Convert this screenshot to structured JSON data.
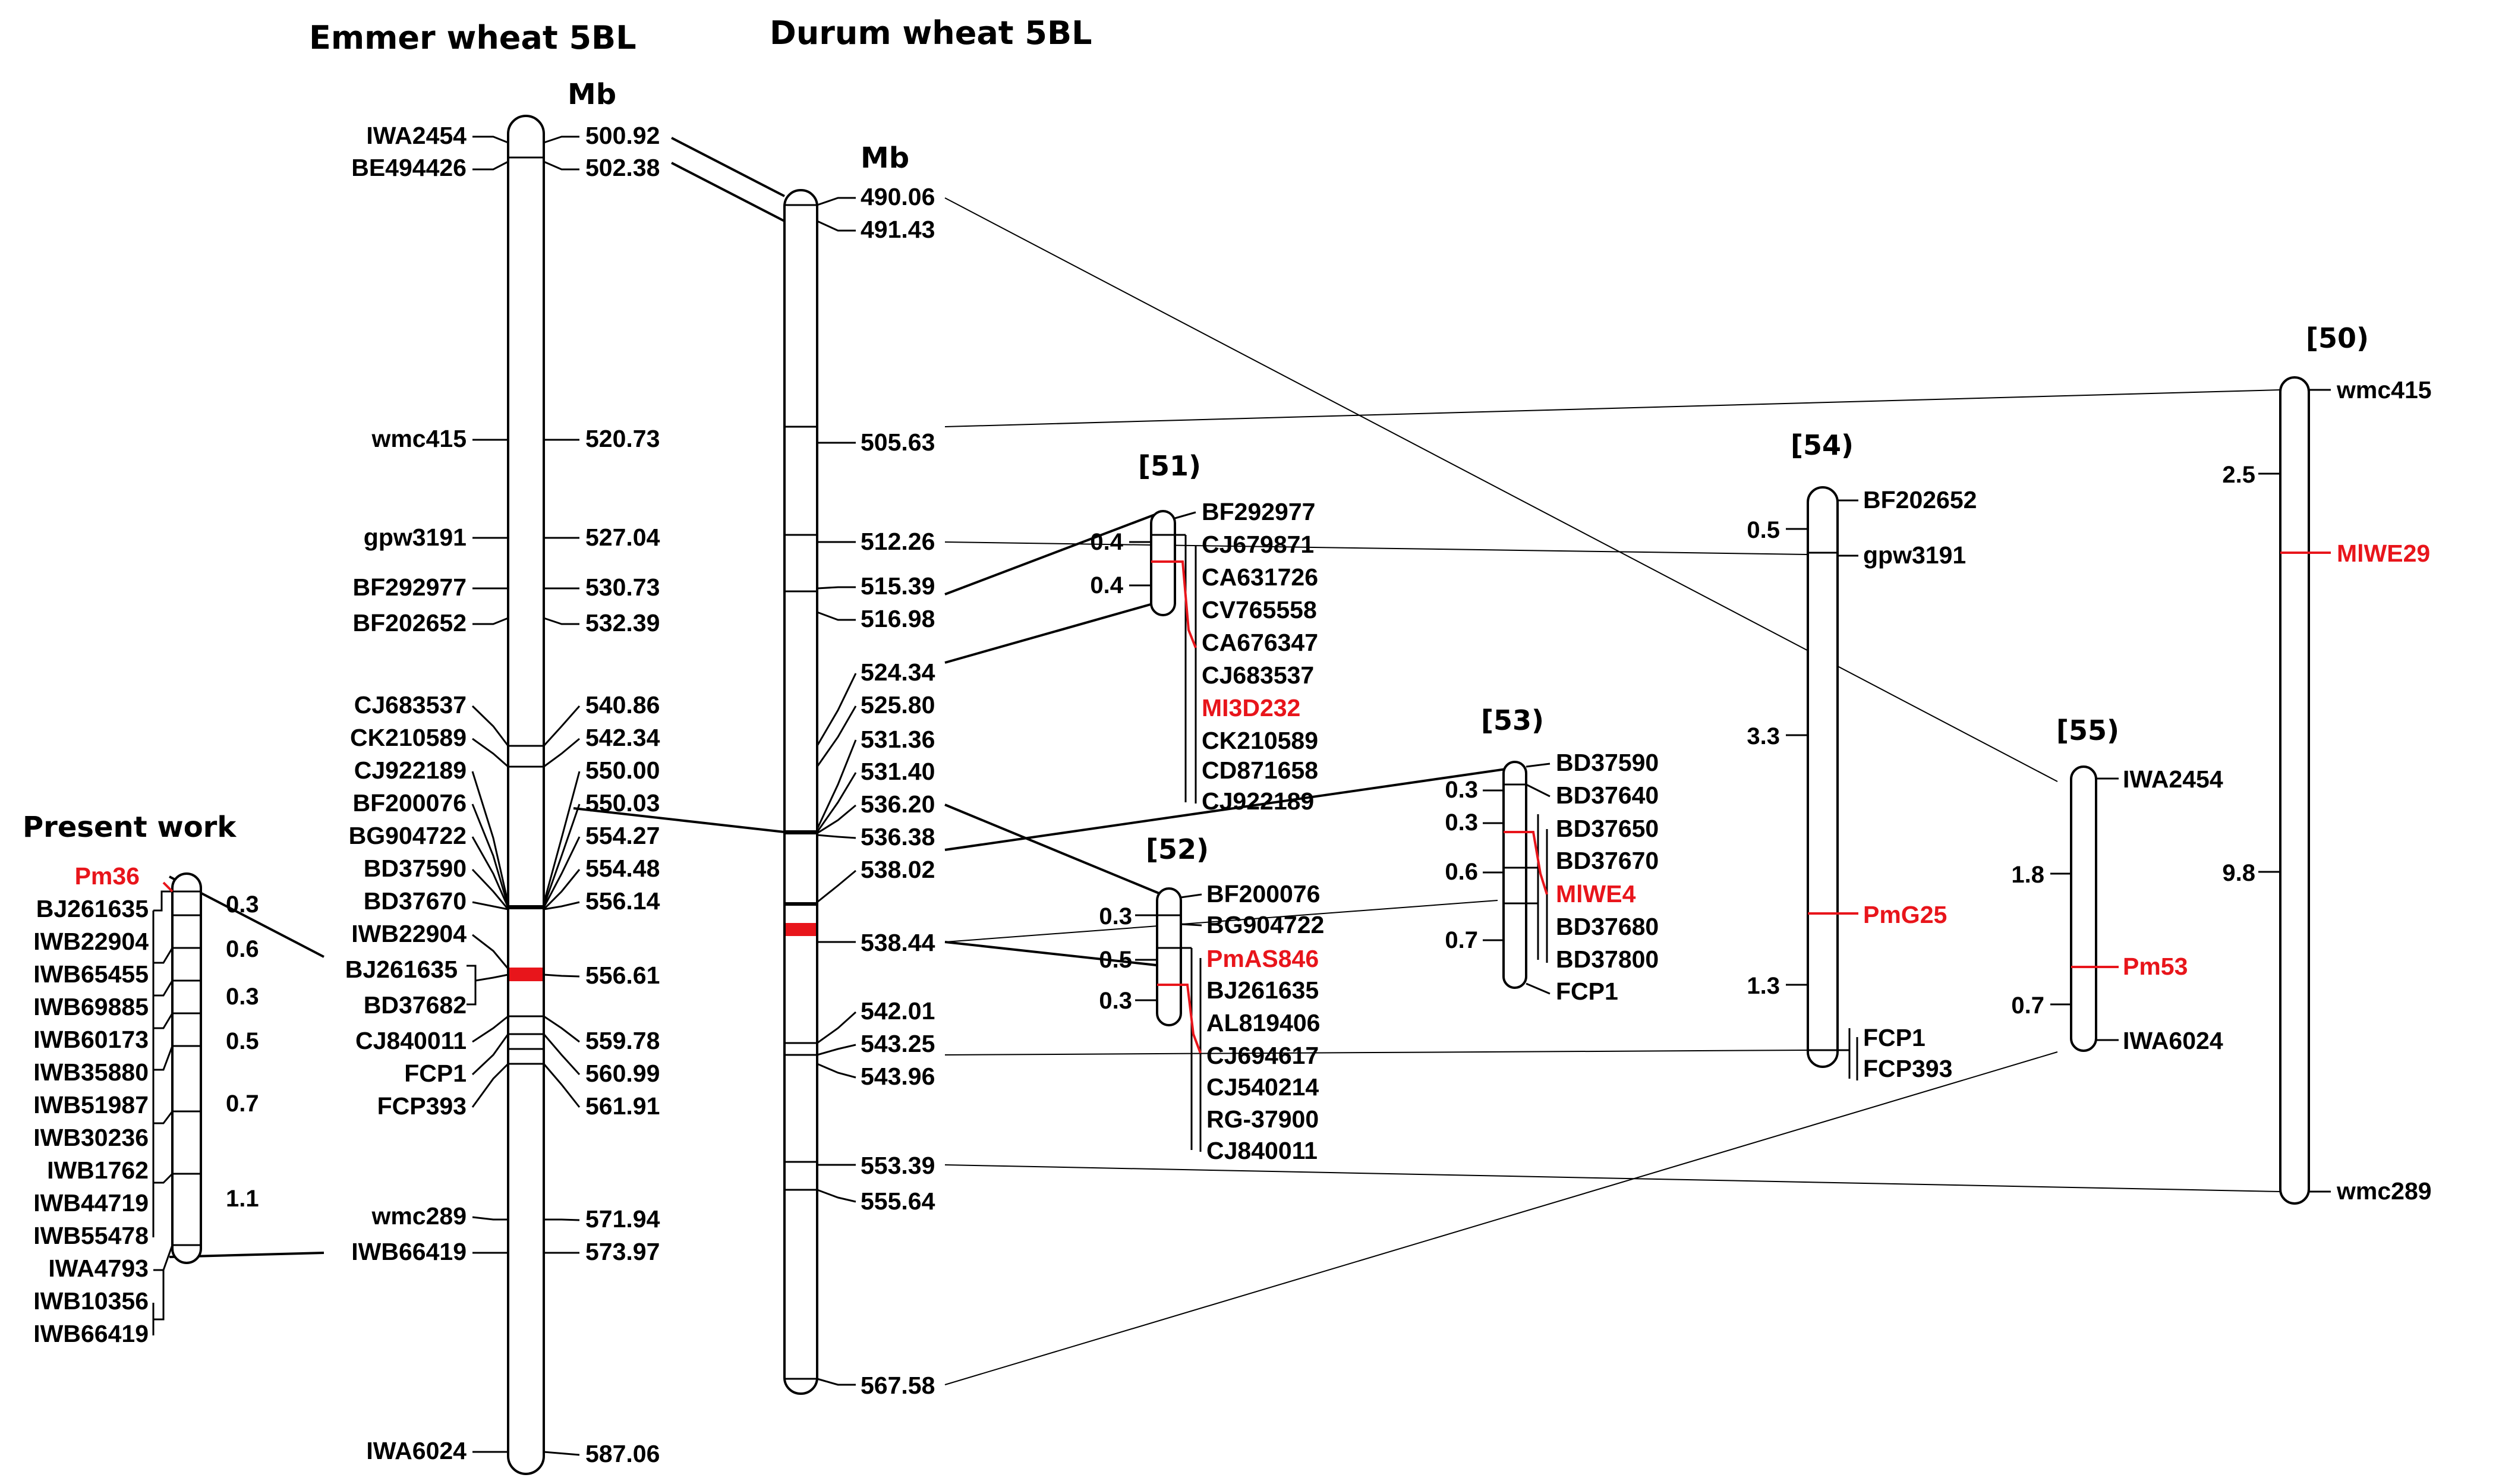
{
  "colors": {
    "ink": "#000000",
    "highlight": "#e8151b",
    "background": "#ffffff"
  },
  "headers": {
    "emmer": "Emmer wheat  5BL",
    "durum": "Durum wheat  5BL",
    "present": "Present work",
    "mb_emmer": "Mb",
    "mb_durum": "Mb",
    "ref51": "[51)",
    "ref52": "[52)",
    "ref53": "[53)",
    "ref54": "[54)",
    "ref55": "[55)",
    "ref50": "[50)"
  },
  "emmer": {
    "markers": [
      "IWA2454",
      "BE494426",
      "wmc415",
      "gpw3191",
      "BF292977",
      "BF202652",
      "CJ683537",
      "CK210589",
      "CJ922189",
      "BF200076",
      "BG904722",
      "BD37590",
      "BD37670",
      "IWB22904",
      "BJ261635",
      "BD37682",
      "CJ840011",
      "FCP1",
      "FCP393",
      "wmc289",
      "IWB66419",
      "IWA6024"
    ],
    "positions": [
      "500.92",
      "502.38",
      "520.73",
      "527.04",
      "530.73",
      "532.39",
      "540.86",
      "542.34",
      "550.00",
      "550.03",
      "554.27",
      "554.48",
      "556.14",
      "556.61",
      "559.78",
      "560.99",
      "561.91",
      "571.94",
      "573.97",
      "587.06"
    ]
  },
  "durum": {
    "positions": [
      "490.06",
      "491.43",
      "505.63",
      "512.26",
      "515.39",
      "516.98",
      "524.34",
      "525.80",
      "531.36",
      "531.40",
      "536.20",
      "536.38",
      "538.02",
      "538.44",
      "542.01",
      "543.25",
      "543.96",
      "553.39",
      "555.64",
      "567.58"
    ]
  },
  "present": {
    "gene": "Pm36",
    "markers": [
      "BJ261635",
      "IWB22904",
      "IWB65455",
      "IWB69885",
      "IWB60173",
      "IWB35880",
      "IWB51987",
      "IWB30236",
      "IWB1762",
      "IWB44719",
      "IWB55478",
      "IWA4793",
      "IWB10356",
      "IWB66419"
    ],
    "distances": [
      "0.3",
      "0.6",
      "0.3",
      "0.5",
      "0.7",
      "1.1"
    ]
  },
  "map51": {
    "markers": [
      "BF292977",
      "CJ679871",
      "CA631726",
      "CV765558",
      "CA676347",
      "CJ683537",
      "MI3D232",
      "CK210589",
      "CD871658",
      "CJ922189"
    ],
    "distances": [
      "0.4",
      "0.4"
    ]
  },
  "map52": {
    "markers": [
      "BF200076",
      "BG904722",
      "PmAS846",
      "BJ261635",
      "AL819406",
      "CJ694617",
      "CJ540214",
      "RG-37900",
      "CJ840011"
    ],
    "distances": [
      "0.3",
      "0.5",
      "0.3"
    ]
  },
  "map53": {
    "markers": [
      "BD37590",
      "BD37640",
      "BD37650",
      "BD37670",
      "MlWE4",
      "BD37680",
      "BD37800",
      "FCP1"
    ],
    "distances": [
      "0.3",
      "0.3",
      "0.6",
      "0.7"
    ]
  },
  "map54": {
    "markers": [
      "BF202652",
      "gpw3191",
      "PmG25",
      "FCP1",
      "FCP393"
    ],
    "distances": [
      "0.5",
      "3.3",
      "1.3"
    ]
  },
  "map55": {
    "markers": [
      "IWA2454",
      "Pm53",
      "IWA6024"
    ],
    "distances": [
      "1.8",
      "0.7"
    ]
  },
  "map50": {
    "markers": [
      "wmc415",
      "MlWE29",
      "wmc289"
    ],
    "distances": [
      "2.5",
      "9.8"
    ]
  }
}
